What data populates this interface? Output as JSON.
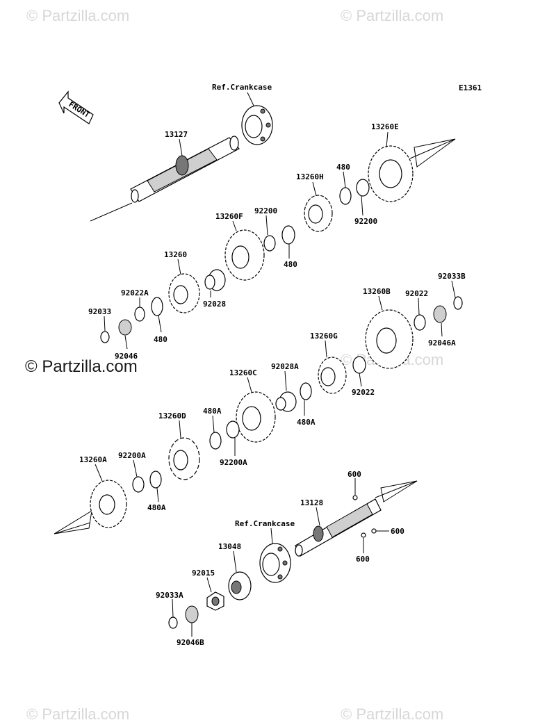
{
  "diagram_code": "E1361",
  "front_label": "FRONT",
  "watermarks": {
    "top_left": "© Partzilla.com",
    "top_right": "© Partzilla.com",
    "mid_left": "© Partzilla.com",
    "mid_right": "© Partzilla.com",
    "bottom_left": "© Partzilla.com",
    "bottom_right": "© Partzilla.com"
  },
  "labels": {
    "ref_crankcase_top": "Ref.Crankcase",
    "p13127": "13127",
    "p13260E": "13260E",
    "p480_a": "480",
    "p13260H": "13260H",
    "p92200_a": "92200",
    "p92200_b": "92200",
    "p480_b": "480",
    "p13260F": "13260F",
    "p13260": "13260",
    "p92028": "92028",
    "p92022A": "92022A",
    "p92033": "92033",
    "p480_c": "480",
    "p92046": "92046",
    "p92033B": "92033B",
    "p13260B": "13260B",
    "p92022_a": "92022",
    "p92046A": "92046A",
    "p13260G": "13260G",
    "p92022_b": "92022",
    "p92028A": "92028A",
    "p13260C": "13260C",
    "p480A_a": "480A",
    "p480A_b": "480A",
    "p13260D": "13260D",
    "p92200A_a": "92200A",
    "p92200A_b": "92200A",
    "p13260A": "13260A",
    "p480A_c": "480A",
    "p600_a": "600",
    "p13128": "13128",
    "p600_b": "600",
    "p600_c": "600",
    "ref_crankcase_bottom": "Ref.Crankcase",
    "p13048": "13048",
    "p92015": "92015",
    "p92033A": "92033A",
    "p92046B": "92046B"
  }
}
